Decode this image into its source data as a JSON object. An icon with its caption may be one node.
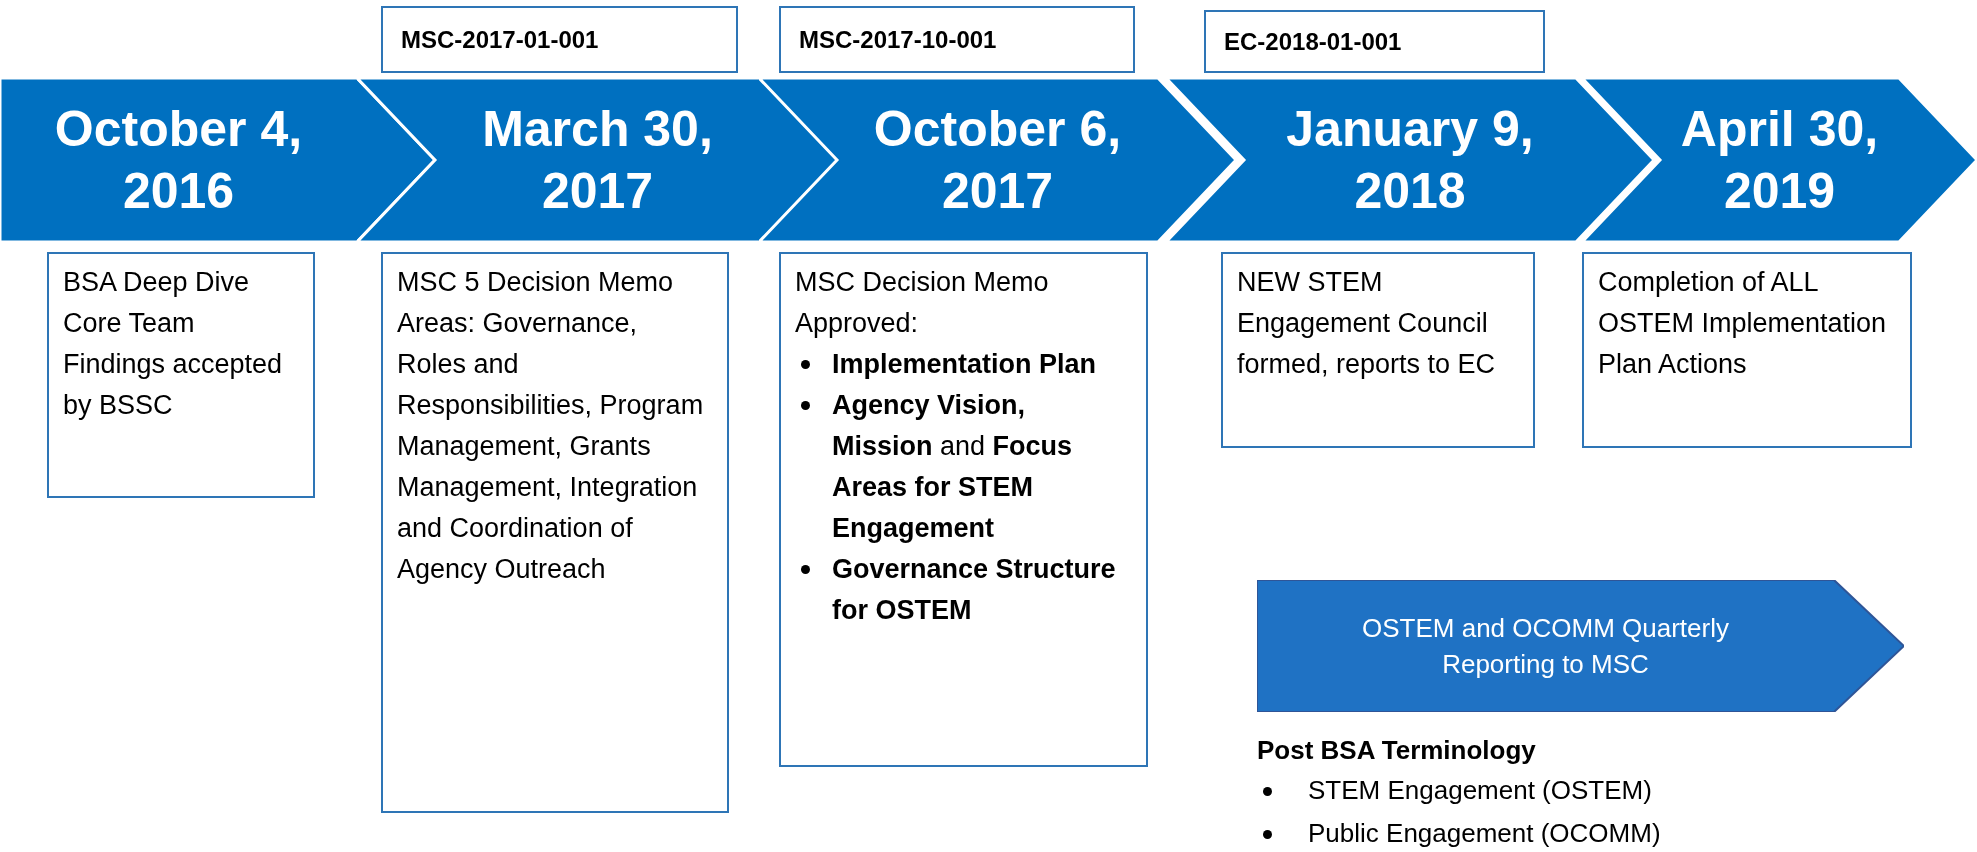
{
  "diagram": {
    "nodes": [
      {
        "text": [
          "MSC-2017-01-001"
        ]
      },
      {
        "text": [
          "MSC-2017-10-001"
        ]
      },
      {
        "text": [
          "EC-2018-01-001"
        ]
      },
      {
        "text": [
          "October 4, 2016"
        ]
      },
      {
        "text": [
          "March 30, 2017"
        ]
      },
      {
        "text": [
          "October 6, 2017"
        ]
      },
      {
        "text": [
          "January 9, 2018"
        ]
      },
      {
        "text": [
          "April 30, 2019"
        ]
      },
      {
        "text": [
          "BSA Deep Dive Core Team Findings accepted by BSSC"
        ]
      },
      {
        "text": [
          "MSC 5 Decision Memo Areas: Governance, Roles and Responsibilities, Program Management, Grants Management, Integration and Coordination of Agency Outreach"
        ]
      },
      {
        "text": [
          "MSC Decision Memo Approved:",
          "Implementation Plan",
          "**Agency Vision, Mission** and **Focus Areas for STEM Engagement**",
          "Governance Structure for OSTEM"
        ]
      },
      {
        "text": [
          "NEW STEM Engagement Council formed, reports to EC"
        ]
      },
      {
        "text": [
          "Completion of ALL OSTEM Implementation Plan Actions"
        ]
      },
      {
        "text": [
          "OSTEM and OCOMM Quarterly Reporting to MSC"
        ]
      }
    ],
    "labels": [
      "Post BSA Terminology",
      "STEM Engagement (OSTEM)",
      "Public Engagement (OCOMM)"
    ]
  }
}
